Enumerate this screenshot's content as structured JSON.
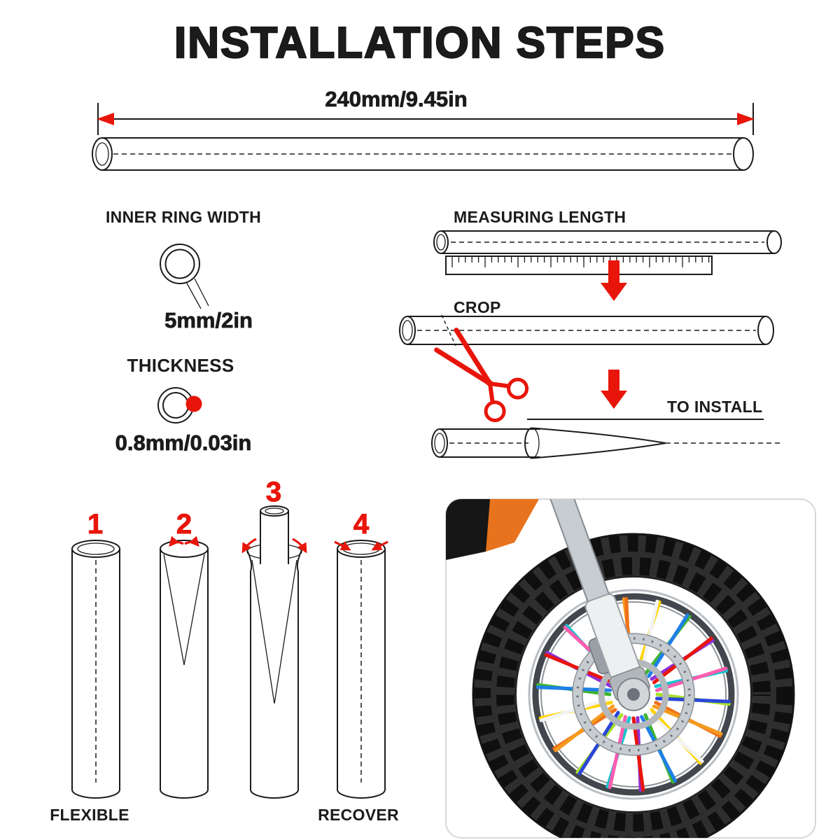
{
  "title": "INSTALLATION STEPS",
  "dimension_label": "240mm/9.45in",
  "specs": {
    "inner_ring_label": "INNER RING WIDTH",
    "inner_ring_value": "5mm/2in",
    "thickness_label": "THICKNESS",
    "thickness_value": "0.8mm/0.03in"
  },
  "process": {
    "measuring_label": "MEASURING LENGTH",
    "crop_label": "CROP",
    "install_label": "TO INSTALL"
  },
  "steps": [
    {
      "num": "1",
      "caption": "FLEXIBLE"
    },
    {
      "num": "2",
      "caption": ""
    },
    {
      "num": "3",
      "caption": ""
    },
    {
      "num": "4",
      "caption": "RECOVER"
    }
  ],
  "colors": {
    "ink": "#1b1b1b",
    "accent_red": "#e8150a",
    "spoke_colors": [
      "#f59a1f",
      "#ffd400",
      "#f2f3f4",
      "#3cb52e",
      "#1f7fe8",
      "#8f2fd4",
      "#e8150a",
      "#17c3cf",
      "#ff5cb0",
      "#a7e02a",
      "#2b46d8",
      "#ef7118"
    ]
  }
}
